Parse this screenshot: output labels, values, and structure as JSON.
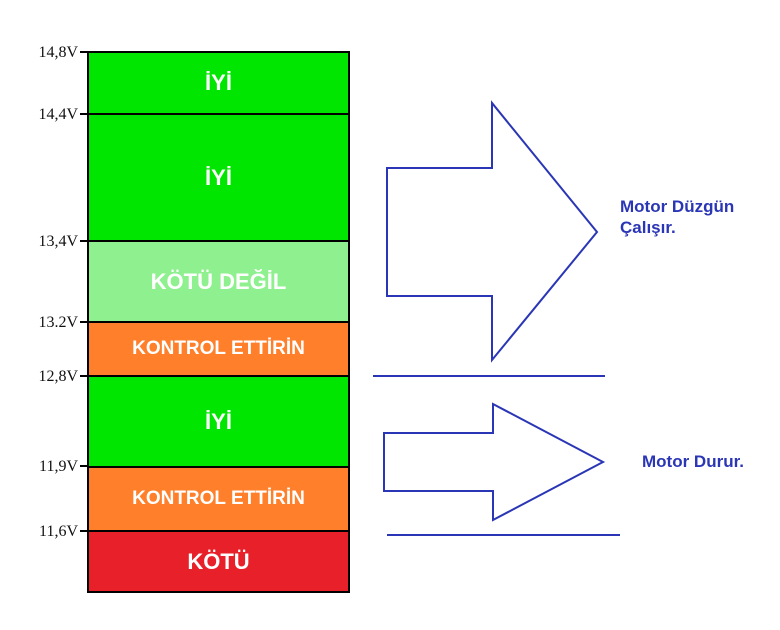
{
  "voltage_labels": [
    "14,8V",
    "14,4V",
    "13,4V",
    "13.2V",
    "12,8V",
    "11,9V",
    "11,6V"
  ],
  "bands": [
    {
      "label": "İYİ",
      "color": "#00e600"
    },
    {
      "label": "İYİ",
      "color": "#00e600"
    },
    {
      "label": "KÖTÜ DEĞİL",
      "color": "#8ff08f"
    },
    {
      "label": "KONTROL ETTİRİN",
      "color": "#ff7f2a"
    },
    {
      "label": "İYİ",
      "color": "#00e600"
    },
    {
      "label": "KONTROL ETTİRİN",
      "color": "#ff7f2a"
    },
    {
      "label": "KÖTÜ",
      "color": "#e8202a"
    }
  ],
  "notes": {
    "upper": "Motor Düzgün Çalışır.",
    "lower": "Motor Durur."
  },
  "colors": {
    "arrow": "#2a36b5",
    "note": "#2a36b5"
  }
}
